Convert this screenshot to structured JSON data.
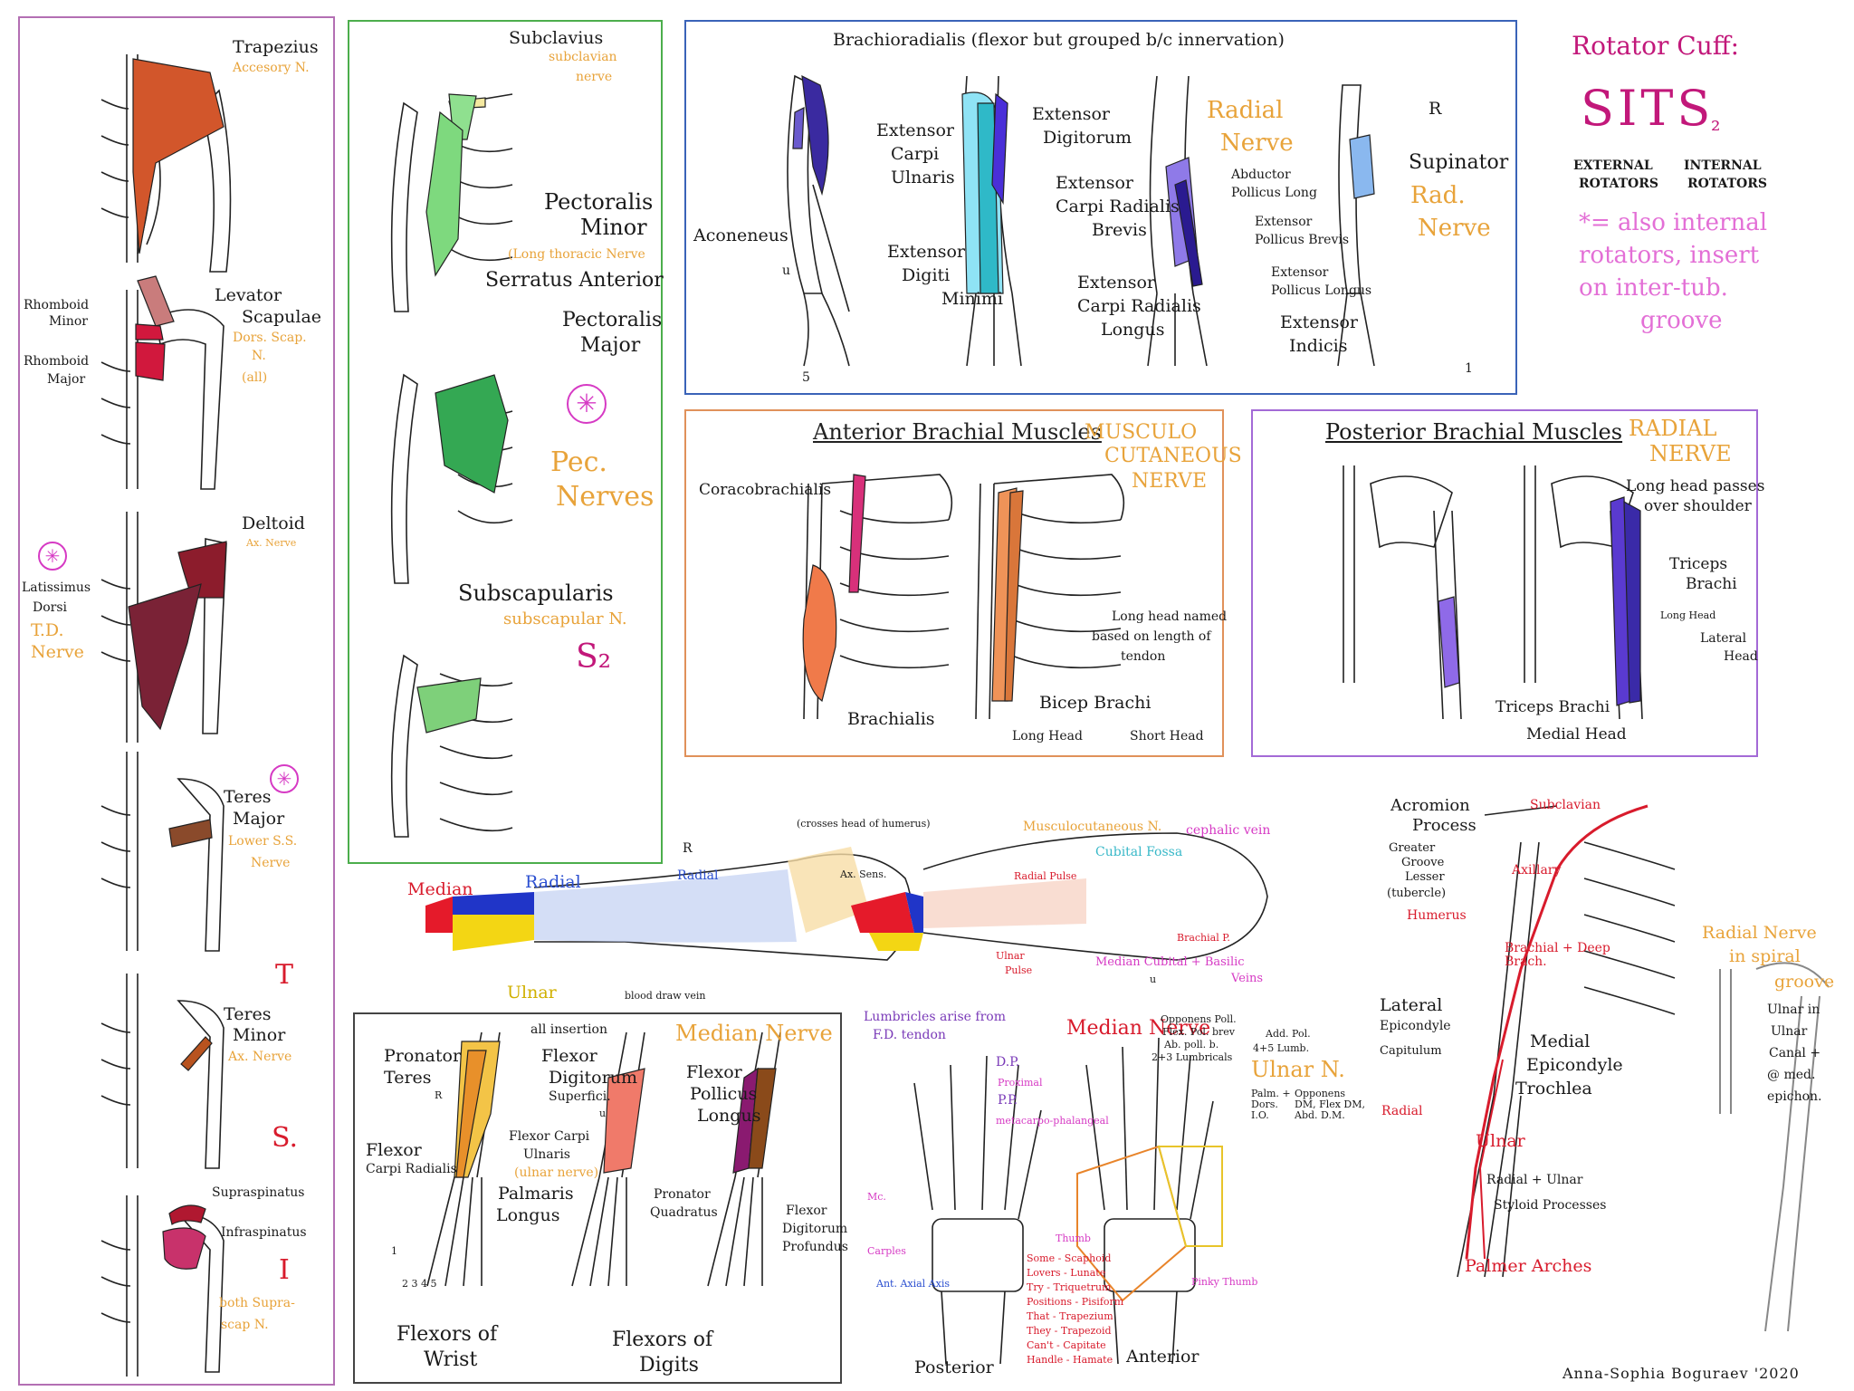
{
  "colors": {
    "trapezius": "#d2562b",
    "levator": "#c97c7c",
    "rhomboid": "#d1183d",
    "deltoid": "#8c1c2c",
    "latissimus": "#7a2236",
    "teres_major": "#8a4a2b",
    "teres_minor": "#b8531f",
    "supraspinatus": "#b01830",
    "infraspinatus": "#c8326b",
    "subclavius": "#f5e9a0",
    "pec_minor": "#8fe08f",
    "serratus": "#7ed97e",
    "pec_major": "#34a853",
    "subscapularis": "#7ed07a",
    "brachioradialis": "#3a2aa0",
    "anconeus": "#6a5acd",
    "extensors_light": "#8fe3f5",
    "extensors_mid": "#2fb9c8",
    "extensor_dark": "#4a2fd8",
    "abductor_pollicis": "#8f7ae8",
    "supinator": "#8ab8ef",
    "brachialis": "#f07a4a",
    "coracobrachialis": "#d8307a",
    "biceps": "#ef9358",
    "triceps": "#5a3ad0",
    "hand_red": "#e51a2a",
    "hand_blue": "#2035c8",
    "hand_yellow": "#f3d614",
    "border_left": "#b36fb3",
    "border_green": "#4cae4c",
    "border_blue": "#3a63b8",
    "border_orange": "#e0915a",
    "border_purple": "#a36ad6"
  },
  "left": {
    "trapezius": "Trapezius",
    "accessory": "Accesory N.",
    "levator": "Levator",
    "scapulae": "Scapulae",
    "dors_scap": "Dors. Scap.",
    "dors_n": "N.",
    "all": "(all)",
    "rhomboid_minor_1": "Rhomboid",
    "rhomboid_minor_2": "Minor",
    "rhomboid_major_1": "Rhomboid",
    "rhomboid_major_2": "Major",
    "deltoid": "Deltoid",
    "ax_nerve": "Ax. Nerve",
    "latissimus": "Latissimus",
    "dorsi": "Dorsi",
    "td": "T.D.",
    "td_nerve": "Nerve",
    "teres": "Teres",
    "major": "Major",
    "lower_ss": "Lower S.S.",
    "lower_nerve": "Nerve",
    "T": "T",
    "teres2": "Teres",
    "minor": "Minor",
    "ax_nerve2": "Ax. Nerve",
    "S": "S.",
    "supraspinatus": "Supraspinatus",
    "infraspinatus": "Infraspinatus",
    "I": "I",
    "both": "both Supra-",
    "scap_n": "scap  N."
  },
  "pec": {
    "subclavius": "Subclavius",
    "subclavian": "subclavian",
    "nerve": "nerve",
    "pec_minor_1": "Pectoralis",
    "pec_minor_2": "Minor",
    "long_thoracic": "(Long thoracic Nerve",
    "serratus": "Serratus Anterior",
    "pec_major_1": "Pectoralis",
    "pec_major_2": "Major",
    "pec": "Pec.",
    "nerves": "Nerves",
    "subscap": "Subscapularis",
    "subscap_n": "subscapular N.",
    "s2": "S₂"
  },
  "ext": {
    "brachio": "Brachioradialis (flexor but grouped b/c innervation)",
    "ext_carpi_ulnaris_1": "Extensor",
    "ext_carpi_ulnaris_2": "Carpi",
    "ext_carpi_ulnaris_3": "Ulnaris",
    "ext_dig_1": "Extensor",
    "ext_dig_2": "Digitorum",
    "ecrb_1": "Extensor",
    "ecrb_2": "Carpi Radialis",
    "ecrb_3": "Brevis",
    "edm_1": "Extensor",
    "edm_2": "Digiti",
    "edm_3": "Minimi",
    "ecrl_1": "Extensor",
    "ecrl_2": "Carpi Radialis",
    "ecrl_3": "Longus",
    "radial": "Radial",
    "nerve": "Nerve",
    "apl_1": "Abductor",
    "apl_2": "Pollicus Long",
    "epb_1": "Extensor",
    "epb_2": "Pollicus Brevis",
    "epl_1": "Extensor",
    "epl_2": "Pollicus Longus",
    "ei_1": "Extensor",
    "ei_2": "Indicis",
    "anconeus": "Aconeneus",
    "u": "u",
    "R": "R",
    "supinator": "Supinator",
    "rad": "Rad.",
    "rad_nerve": "Nerve",
    "five": "5",
    "one": "1"
  },
  "rc": {
    "title": "Rotator Cuff:",
    "sits": "SITS",
    "sub2": "₂",
    "ext_1": "EXTERNAL",
    "ext_2": "ROTATORS",
    "int_1": "INTERNAL",
    "int_2": "ROTATORS",
    "note_1": "*= also internal",
    "note_2": "rotators, insert",
    "note_3": "on inter-tub.",
    "note_4": "groove"
  },
  "ant": {
    "title": "Anterior Brachial Muscles",
    "mc_1": "MUSCULO",
    "mc_2": "CUTANEOUS",
    "mc_3": "NERVE",
    "coraco": "Coracobrachialis",
    "brachialis": "Brachialis",
    "long_1": "Long head named",
    "long_2": "based on length of",
    "long_3": "tendon",
    "biceps": "Bicep Brachi",
    "long_head": "Long Head",
    "short_head": "Short Head"
  },
  "post": {
    "title": "Posterior Brachial Muscles",
    "rad_1": "RADIAL",
    "rad_2": "NERVE",
    "long_1": "Long head passes",
    "long_2": "over shoulder",
    "tri_1": "Triceps",
    "tri_2": "Brachi",
    "long_head": "Long Head",
    "lat_1": "Lateral",
    "lat_2": "Head",
    "tri_b": "Triceps Brachi",
    "medial": "Medial Head"
  },
  "arm": {
    "median": "Median",
    "radial": "Radial",
    "ulnar": "Ulnar",
    "R": "R",
    "radial2": "Radial",
    "crosses": "(crosses head of humerus)",
    "ax_sens": "Ax. Sens.",
    "blood": "blood draw vein",
    "musculo": "Musculocutaneous N.",
    "cubital": "Cubital Fossa",
    "cephalic": "cephalic vein",
    "radial_pulse": "Radial Pulse",
    "brachial_p": "Brachial P.",
    "ulnar_pulse_1": "Ulnar",
    "ulnar_pulse_2": "Pulse",
    "median_cubital": "Median Cubital + Basilic",
    "veins": "Veins",
    "u": "u"
  },
  "flex": {
    "all_ins": "all insertion",
    "pronator_teres_1": "Pronator",
    "pronator_teres_2": "Teres",
    "fds_1": "Flexor",
    "fds_2": "Digitorum",
    "fds_3": "Superfici.",
    "fcr_1": "Flexor",
    "fcr_2": "Carpi Radialis",
    "fcu_1": "Flexor Carpi",
    "fcu_2": "Ulnaris",
    "fcu_3": "(ulnar nerve)",
    "pl_1": "Palmaris",
    "pl_2": "Longus",
    "median_nerve": "Median Nerve",
    "fpl_1": "Flexor",
    "fpl_2": "Pollicus",
    "fpl_3": "Longus",
    "pq_1": "Pronator",
    "pq_2": "Quadratus",
    "fdp_1": "Flexor",
    "fdp_2": "Digitorum",
    "fdp_3": "Profundus",
    "wrist_1": "Flexors of",
    "wrist_2": "Wrist",
    "digits_1": "Flexors of",
    "digits_2": "Digits",
    "R": "R",
    "u": "u",
    "nums": "2 3 4 5",
    "one": "1"
  },
  "hand": {
    "lumb_1": "Lumbricles arise from",
    "lumb_2": "F.D. tendon",
    "dp": "D.P.",
    "proximal": "Proximal",
    "pp": "P.P.",
    "metacarpo": "metacarpo-phalangeal",
    "mc": "Mc.",
    "carples": "Carples",
    "ant_axial": "Ant. Axial Axis",
    "posterior": "Posterior",
    "anterior": "Anterior",
    "median_nerve": "Median Nerve",
    "opp": "Opponens Poll.",
    "flex_brev": "Flex. Pol. brev",
    "ab_poll": "Ab. poll. b.",
    "lumb23": "2+3 Lumbricals",
    "add_pol": "Add. Pol.",
    "lumb45": "4+5 Lumb.",
    "ulnar_n": "Ulnar N.",
    "palm": "Palm. + Dors. I.O.",
    "opp_dm": "Opponens DM, Flex DM, Abd. D.M.",
    "mnem_0": "Thumb",
    "mnem_1": "Some - Scaphoid",
    "mnem_2": "Lovers - Lunate",
    "mnem_3": "Try - Triquetrum",
    "mnem_4": "Positions - Pisiform",
    "mnem_5": "That - Trapezium",
    "mnem_6": "They - Trapezoid",
    "mnem_7": "Can't - Capitate",
    "mnem_8": "Handle - Hamate",
    "pinky": "Pinky Thumb"
  },
  "right": {
    "acromion_1": "Acromion",
    "acromion_2": "Process",
    "greater": "Greater",
    "groove": "Groove",
    "lesser": "Lesser",
    "tubercle": "(tubercle)",
    "humerus": "Humerus",
    "subclavian": "Subclavian",
    "axillary": "Axillary",
    "brachial": "Brachial + Deep Brach.",
    "lateral_1": "Lateral",
    "lateral_2": "Epicondyle",
    "capitulum": "Capitulum",
    "medial_1": "Medial",
    "medial_2": "Epicondyle",
    "trochlea": "Trochlea",
    "radial": "Radial",
    "ulnar": "Ulnar",
    "styloid_1": "Radial + Ulnar",
    "styloid_2": "Styloid Processes",
    "palmer": "Palmer Arches",
    "spiral_1": "Radial Nerve",
    "spiral_2": "in spiral",
    "spiral_3": "groove",
    "un_1": "Ulnar in",
    "un_2": "Ulnar",
    "un_3": "Canal +",
    "un_4": "@ med.",
    "un_5": "epichon."
  },
  "signature": "Anna-Sophia Boguraev '2020"
}
